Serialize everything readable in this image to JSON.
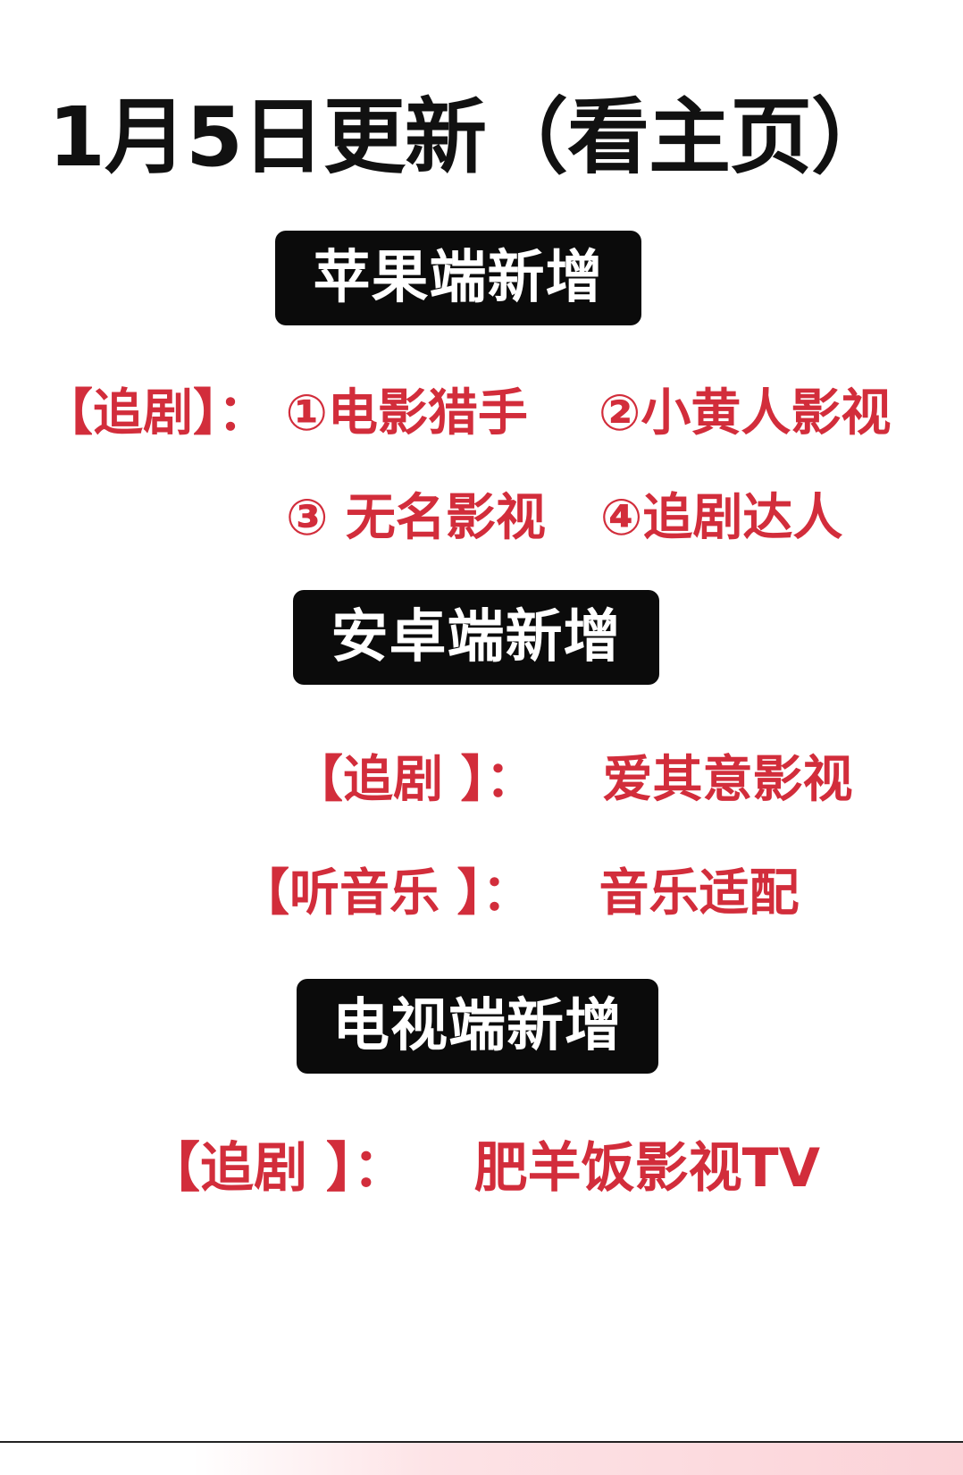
{
  "title": "1月5日更新（看主页）",
  "ios": {
    "badge": "苹果端新增",
    "row1_tag": "【追剧】：",
    "row1_item1": "①电影猎手",
    "row1_item2": "②小黄人影视",
    "row2_item3": "③ 无名影视",
    "row2_item4": "④追剧达人"
  },
  "android": {
    "badge": "安卓端新增",
    "row1_tag": "【追剧 】：",
    "row1_value": "爱其意影视",
    "row2_tag": "【听音乐 】：",
    "row2_value": "音乐适配"
  },
  "tv": {
    "badge": "电视端新增",
    "row1_tag": "【追剧 】：",
    "row1_value": "肥羊饭影视TV"
  },
  "colors": {
    "accent_red": "#d22d3b",
    "badge_bg": "#0b0b0b",
    "title_text": "#111111"
  }
}
